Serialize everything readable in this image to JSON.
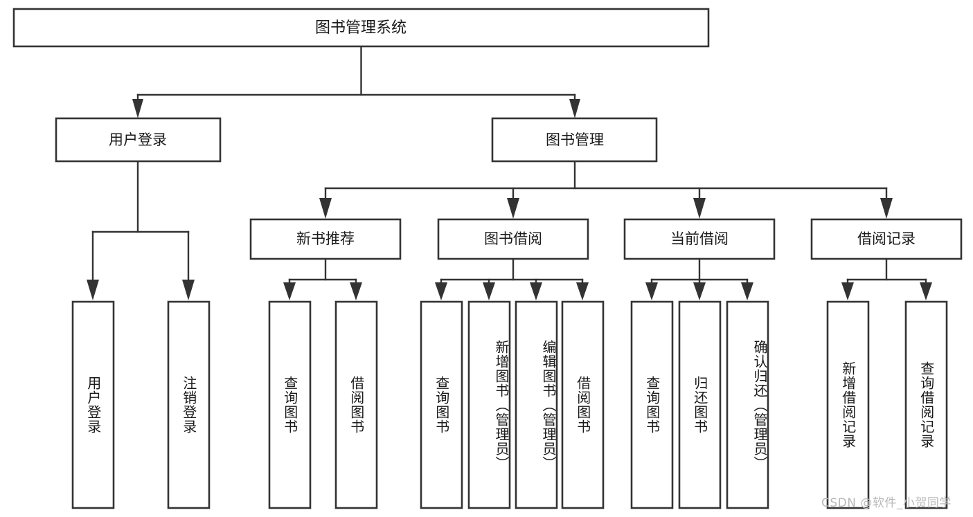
{
  "diagram": {
    "kind": "tree-hierarchy-diagram",
    "title": "图书管理系统",
    "style": {
      "box_fill": "#ffffff",
      "box_stroke": "#333333",
      "text_color": "#1a1a1a",
      "background": "#ffffff",
      "watermark_color": "#b9b9b9"
    },
    "level2": {
      "user_login": "用户登录",
      "book_manage": "图书管理"
    },
    "level3": {
      "new_book_recommend": "新书推荐",
      "book_borrow": "图书借阅",
      "current_borrow": "当前借阅",
      "borrow_record": "借阅记录"
    },
    "leaves": {
      "user_login": [
        {
          "id": "leaf-user-login",
          "label": "用户登录"
        },
        {
          "id": "leaf-logout-login",
          "label": "注销登录"
        }
      ],
      "new_book_recommend": [
        {
          "id": "leaf-query-book-1",
          "label": "查询图书"
        },
        {
          "id": "leaf-borrow-book-1",
          "label": "借阅图书"
        }
      ],
      "book_borrow": [
        {
          "id": "leaf-query-book-2",
          "label": "查询图书"
        },
        {
          "id": "leaf-add-book",
          "label": "新增图书（管理员）"
        },
        {
          "id": "leaf-edit-book",
          "label": "编辑图书（管理员）"
        },
        {
          "id": "leaf-borrow-book-2",
          "label": "借阅图书"
        }
      ],
      "current_borrow": [
        {
          "id": "leaf-query-book-3",
          "label": "查询图书"
        },
        {
          "id": "leaf-return-book",
          "label": "归还图书"
        },
        {
          "id": "leaf-confirm-return",
          "label": "确认归还（管理员）"
        }
      ],
      "borrow_record": [
        {
          "id": "leaf-add-record",
          "label": "新增借阅记录"
        },
        {
          "id": "leaf-query-record",
          "label": "查询借阅记录"
        }
      ]
    },
    "watermark": "CSDN @软件_小贺同学"
  }
}
